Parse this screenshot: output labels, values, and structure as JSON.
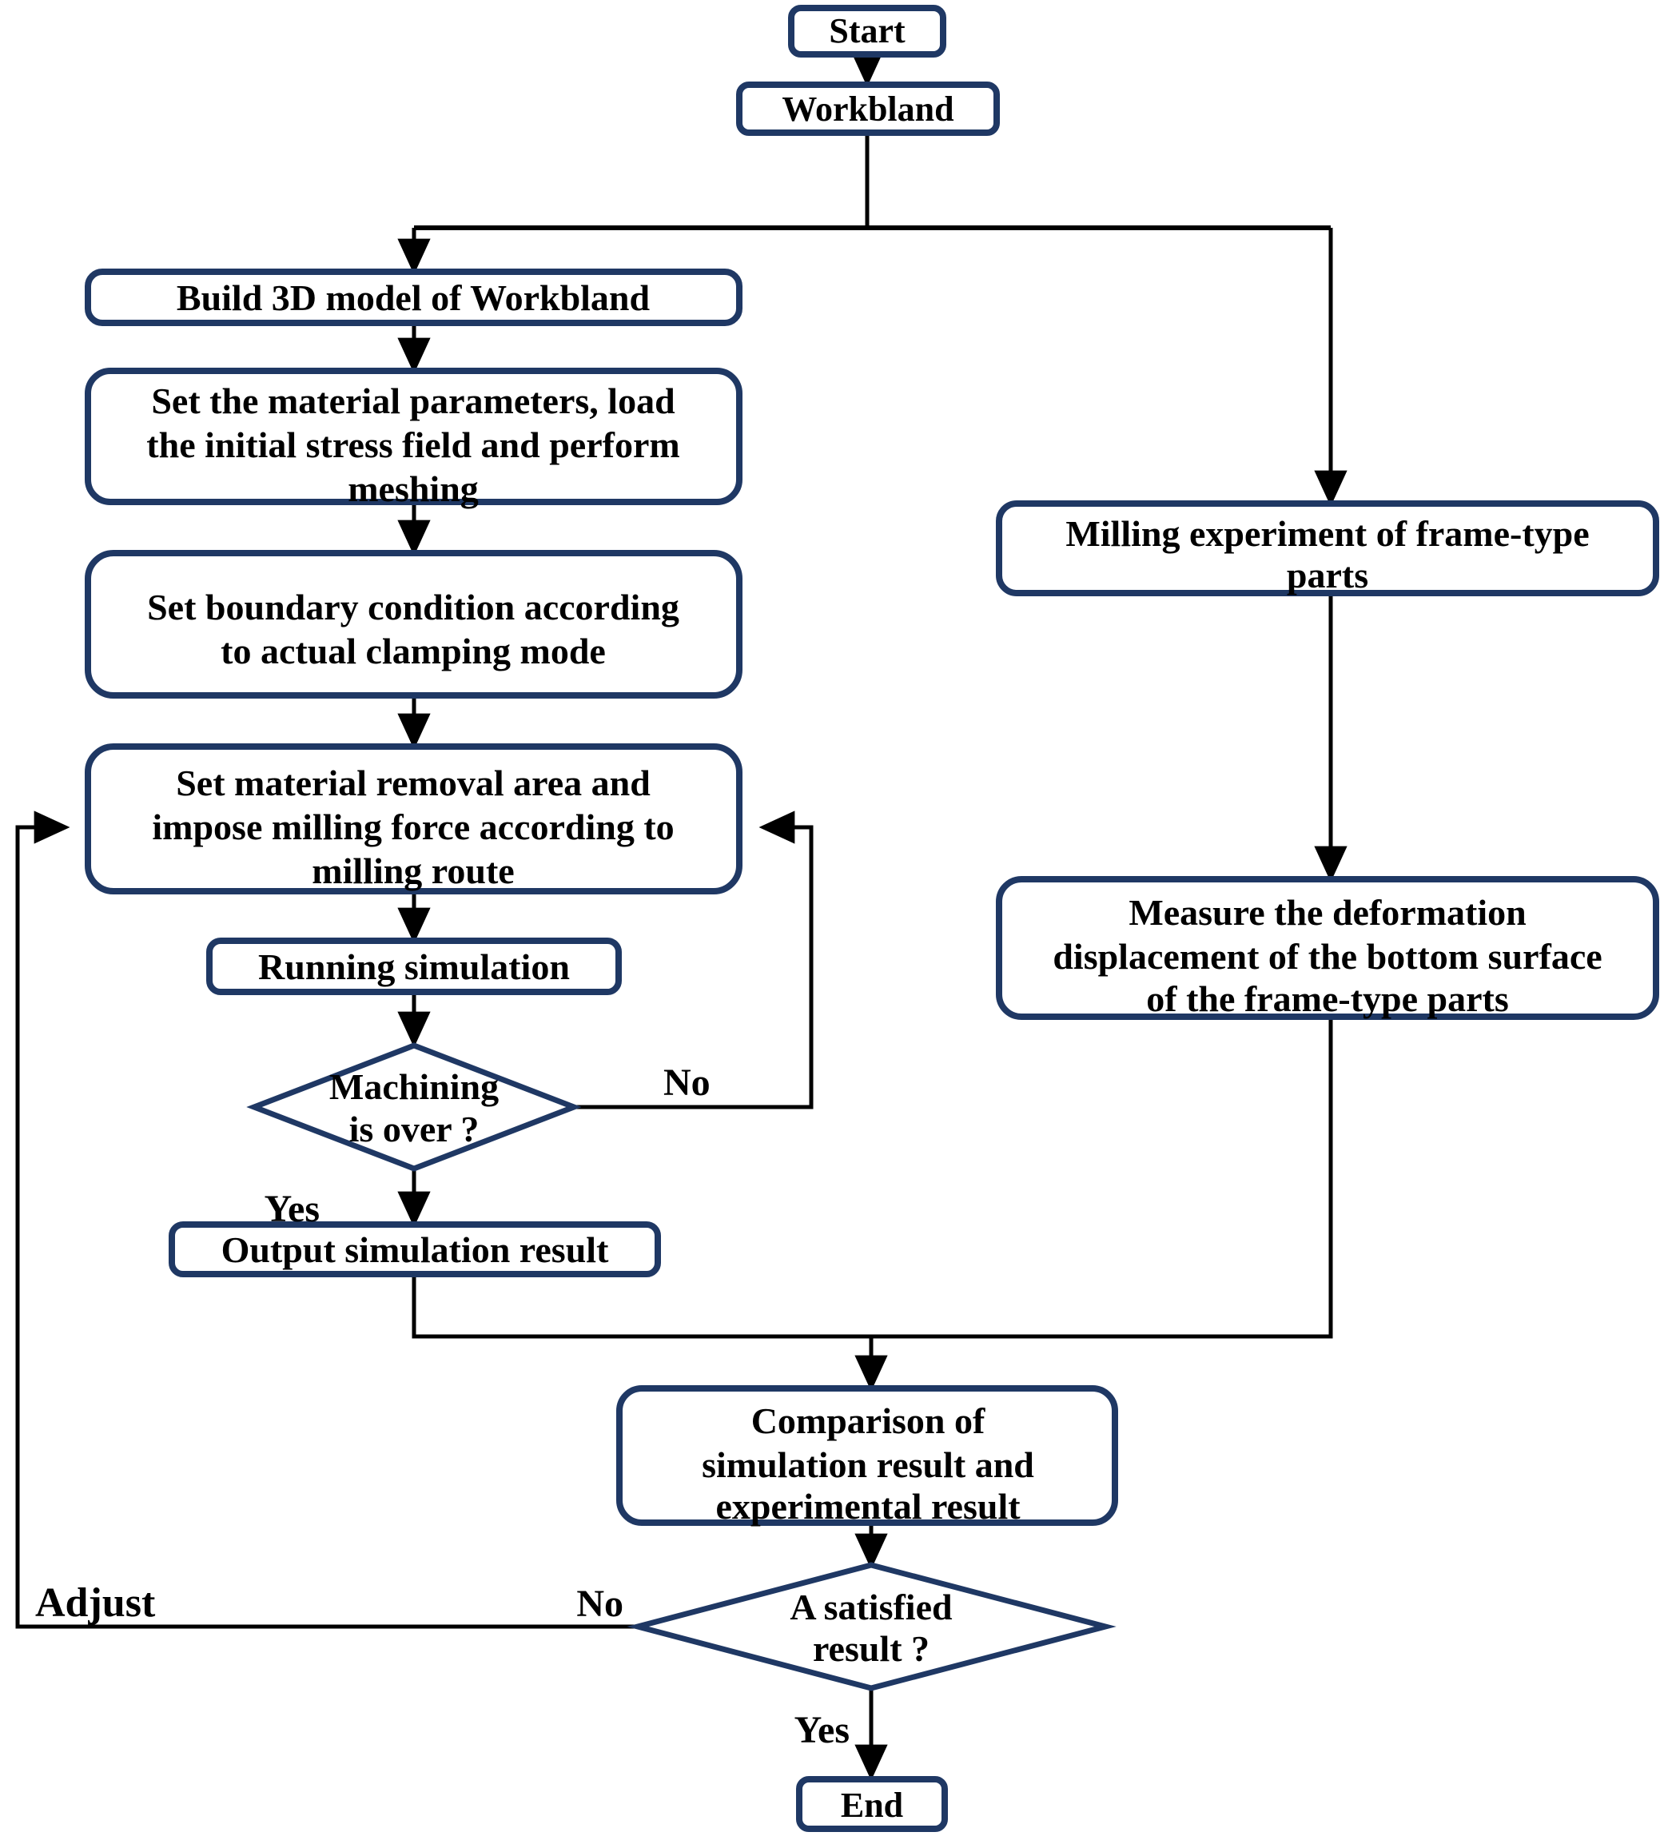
{
  "diagram": {
    "title": "Simulation and experiment flowchart for milling deformation of frame-type parts",
    "colors": {
      "box_border": "#1F3864",
      "diamond_border": "#1F3864",
      "box_fill": "#FFFFFF",
      "connector": "#000000",
      "text": "#000000",
      "background": "#FFFFFF"
    },
    "nodes": {
      "start": {
        "label": "Start",
        "shape": "rounded-rect"
      },
      "workbland": {
        "label": "Workbland",
        "shape": "rounded-rect"
      },
      "build_model": {
        "label": "Build 3D model of Workbland",
        "shape": "rounded-rect"
      },
      "set_material": {
        "shape": "rounded-rect",
        "line1": "Set the material parameters, load",
        "line2": "the initial stress field and perform",
        "line3": "meshing"
      },
      "set_boundary": {
        "shape": "rounded-rect",
        "line1": "Set boundary condition according",
        "line2": "to actual clamping mode"
      },
      "set_removal": {
        "shape": "rounded-rect",
        "line1": "Set material removal area and",
        "line2": "impose milling force according to",
        "line3": "milling route"
      },
      "running_sim": {
        "label": "Running simulation",
        "shape": "rounded-rect"
      },
      "machining_over": {
        "shape": "diamond",
        "line1": "Machining",
        "line2": "is over ?"
      },
      "output_result": {
        "label": "Output simulation result",
        "shape": "rounded-rect"
      },
      "milling_experiment": {
        "shape": "rounded-rect",
        "line1": "Milling experiment of frame-type",
        "line2": "parts"
      },
      "measure_deformation": {
        "shape": "rounded-rect",
        "line1": "Measure the deformation",
        "line2": "displacement of the bottom surface",
        "line3": "of the frame-type parts"
      },
      "comparison": {
        "shape": "rounded-rect",
        "line1": "Comparison of",
        "line2": "simulation result and",
        "line3": "experimental result"
      },
      "satisfied": {
        "shape": "diamond",
        "line1": "A satisfied",
        "line2": "result ?"
      },
      "end": {
        "label": "End",
        "shape": "rounded-rect"
      }
    },
    "edge_labels": {
      "machining_no": "No",
      "machining_yes": "Yes",
      "satisfied_no": "No",
      "satisfied_yes": "Yes",
      "adjust": "Adjust"
    }
  }
}
